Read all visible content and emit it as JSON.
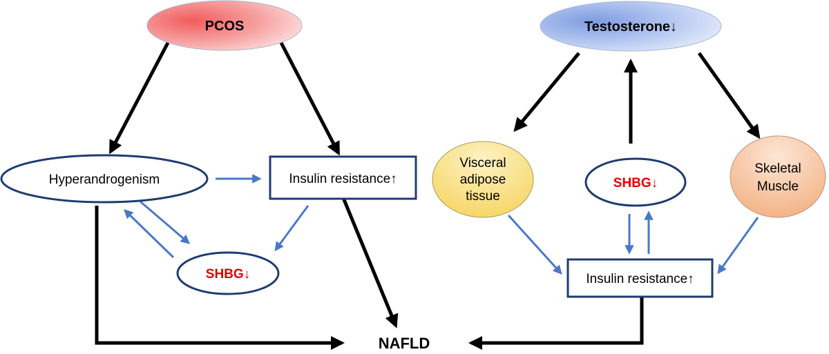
{
  "left": {
    "pcos": "PCOS",
    "hyperandrogenism": "Hyperandrogenism",
    "insulin_resistance": "Insulin resistance↑",
    "shbg": "SHBG↓"
  },
  "right": {
    "testosterone": "Testosterone↓",
    "visceral": [
      "Visceral",
      "adipose",
      "tissue"
    ],
    "shbg": "SHBG↓",
    "skeletal": [
      "Skeletal",
      "Muscle"
    ],
    "insulin_resistance": "Insulin resistance↑"
  },
  "outcome": "NAFLD",
  "colors": {
    "pcos_fill": "#f47a7a",
    "testosterone_fill": "#8fa8e6",
    "visceral_fill": "#f7dc6a",
    "skeletal_fill": "#f4b98c",
    "box_border": "#1f3b70",
    "blue_arrow": "#4a78c8",
    "black_arrow": "#000000",
    "shbg_text": "#e00000"
  }
}
